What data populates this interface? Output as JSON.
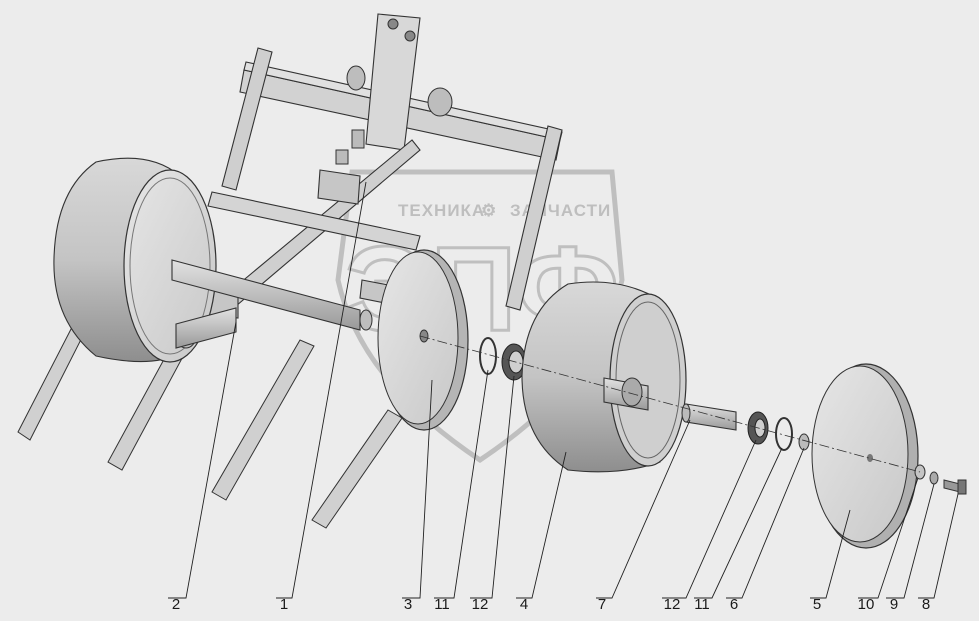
{
  "watermark": {
    "brand_left": "ТЕХНИКА",
    "brand_right": "ЗАПЧАСТИ",
    "monogram": "ЭПФ"
  },
  "callouts": [
    "2",
    "1",
    "3",
    "11",
    "12",
    "4",
    "7",
    "12",
    "11",
    "6",
    "5",
    "10",
    "9",
    "8"
  ],
  "colors": {
    "background": "#ececec",
    "part_fill": "#d6d6d6",
    "part_shade": "#9a9a9a",
    "outline": "#333333",
    "watermark": "#9a9a9a"
  }
}
